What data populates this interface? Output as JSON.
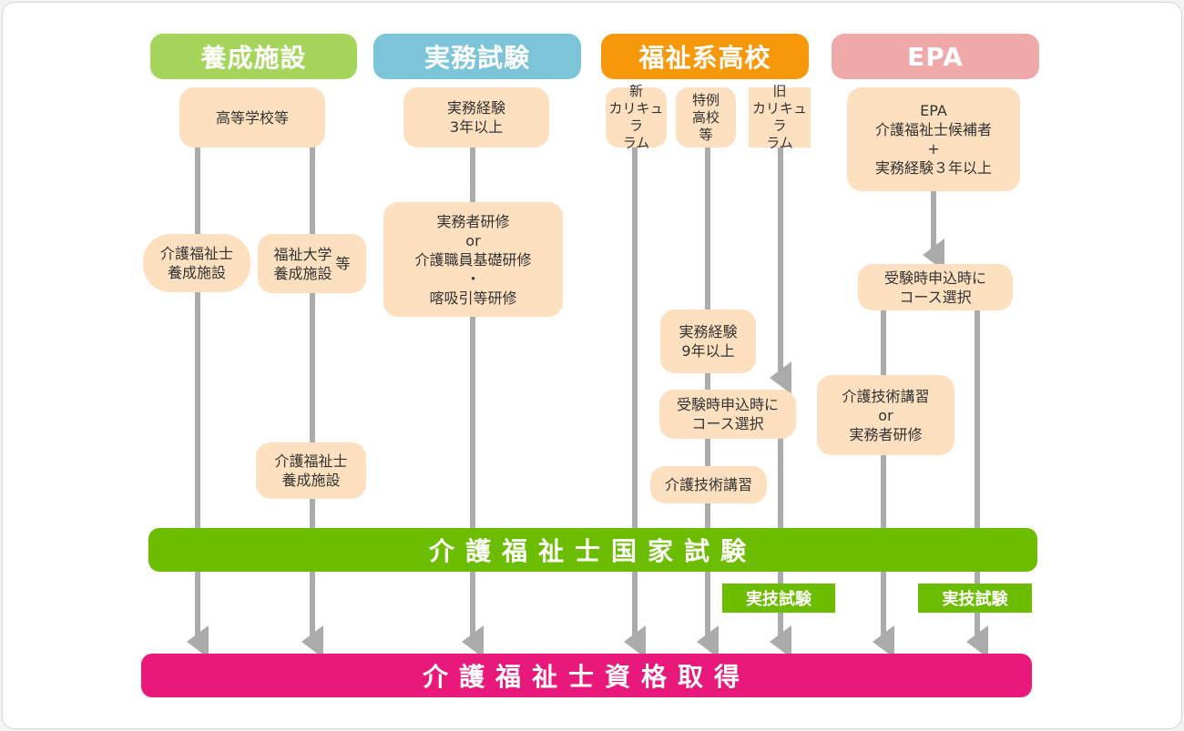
{
  "headers": [
    {
      "label": "養成施設",
      "color": "#a5d65b"
    },
    {
      "label": "実務試験",
      "color": "#7cc5d8"
    },
    {
      "label": "福祉系高校",
      "color": "#f7980b"
    },
    {
      "label": "EPA",
      "color": "#efa9a9"
    }
  ],
  "boxes": {
    "koutou": "高等学校等",
    "jitsumu3": "実務経験\n3年以上",
    "shin": "新\nカリキュラ\nラム",
    "tokurei": "特例\n高校\n等",
    "kyu": "旧\nカリキュラ\nラム",
    "epa": "EPA\n介護福祉士候補者\n+\n実務経験３年以上",
    "youseiA": "介護福祉士\n養成施設",
    "daigaku": "福祉大学\n養成施設",
    "daigaku_suffix": "等",
    "kenshu": "実務者研修\nor\n介護職員基礎研修\n・\n喀吸引等研修",
    "jitsumu9": "実務経験\n9年以上",
    "course1": "受験時申込時に\nコース選択",
    "gijutsu": "介護技術講習",
    "course2": "受験時申込時に\nコース選択",
    "gijutsu_or": "介護技術講習\nor\n実務者研修",
    "youseiB": "介護福祉士\n養成施設"
  },
  "exam_bar": {
    "label": "介護福祉士国家試験",
    "color": "#6cbd00"
  },
  "practical_tags": [
    "実技試験",
    "実技試験"
  ],
  "result_bar": {
    "label": "介護福祉士資格取得",
    "color": "#e8197a"
  },
  "line_color": "#ababab"
}
